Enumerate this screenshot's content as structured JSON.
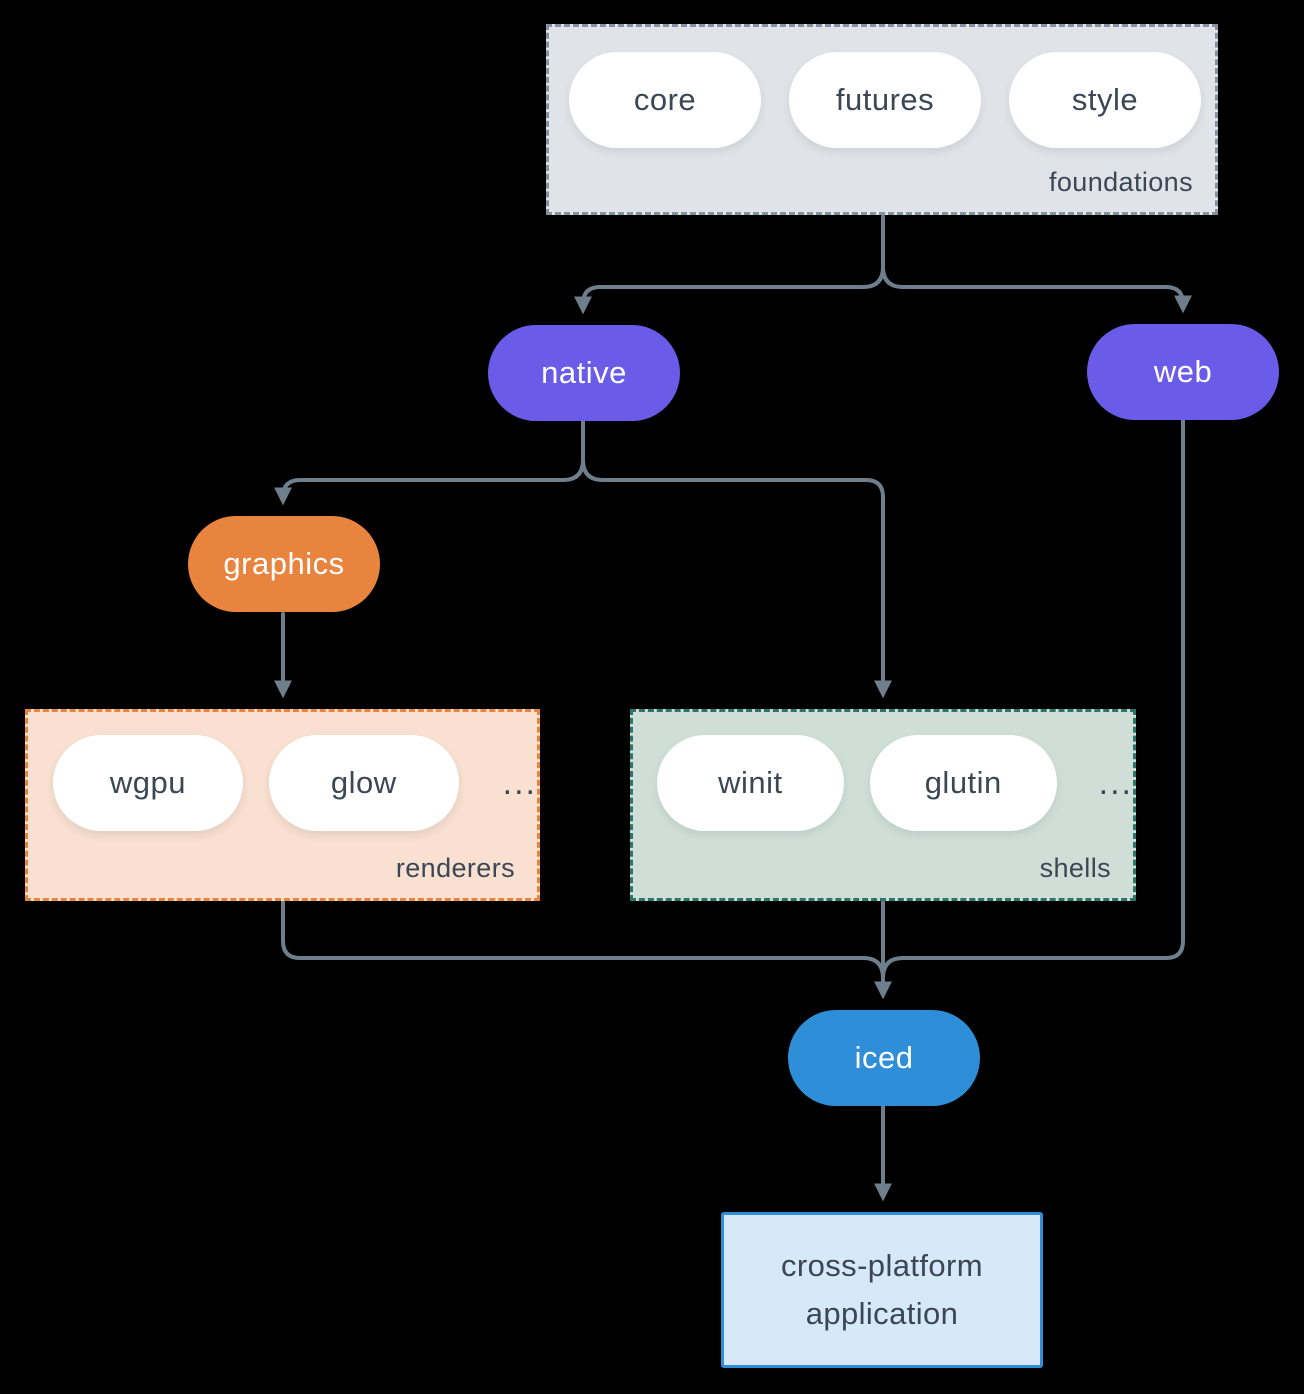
{
  "colors": {
    "background": "#000000",
    "line": "#6e7e8d",
    "pill_text": "#3b4754",
    "purple": "#6a5be8",
    "orange": "#e8843e",
    "blue": "#2e8ed8",
    "foundations_fill": "#e0e4e8",
    "foundations_border": "#8393a1",
    "renderers_fill": "#f9e0d0",
    "shells_fill": "#cfdfd8",
    "shells_border": "#2d7568",
    "app_fill": "#d7e8f8",
    "white": "#ffffff"
  },
  "foundations": {
    "label": "foundations",
    "pills": [
      "core",
      "futures",
      "style"
    ]
  },
  "native": {
    "label": "native"
  },
  "web": {
    "label": "web"
  },
  "graphics": {
    "label": "graphics"
  },
  "renderers": {
    "label": "renderers",
    "pills": [
      "wgpu",
      "glow"
    ],
    "ellipsis": "..."
  },
  "shells": {
    "label": "shells",
    "pills": [
      "winit",
      "glutin"
    ],
    "ellipsis": "..."
  },
  "iced": {
    "label": "iced"
  },
  "application": {
    "line1": "cross-platform",
    "line2": "application"
  }
}
